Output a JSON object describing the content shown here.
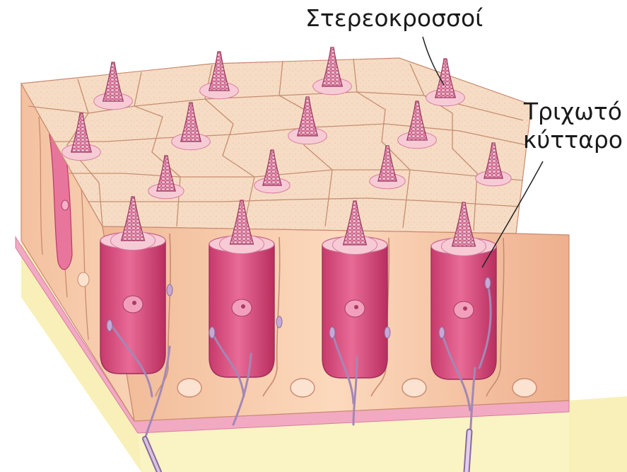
{
  "labels": {
    "stereocilia": "Στερεοκροσσοί",
    "hair_cell_line1": "Τριχωτό",
    "hair_cell_line2": "κύτταρο"
  },
  "colors": {
    "top_surface": "#f5d7bd",
    "supporting_cell": "#f6c8a6",
    "supporting_cell_edge": "#c98a70",
    "hair_cell": "#dd4b7e",
    "hair_cell_light": "#f2a6c2",
    "stereocilia": "#d97a9c",
    "stereocilia_ring": "#f7cbd6",
    "nerve_fiber": "#b89ac4",
    "basement_membrane": "#f2aac2",
    "base_layer": "#f8f0b8"
  },
  "icons": [
    "hair-cell",
    "supporting-cell",
    "stereocilia-bundle",
    "nerve-fiber"
  ]
}
